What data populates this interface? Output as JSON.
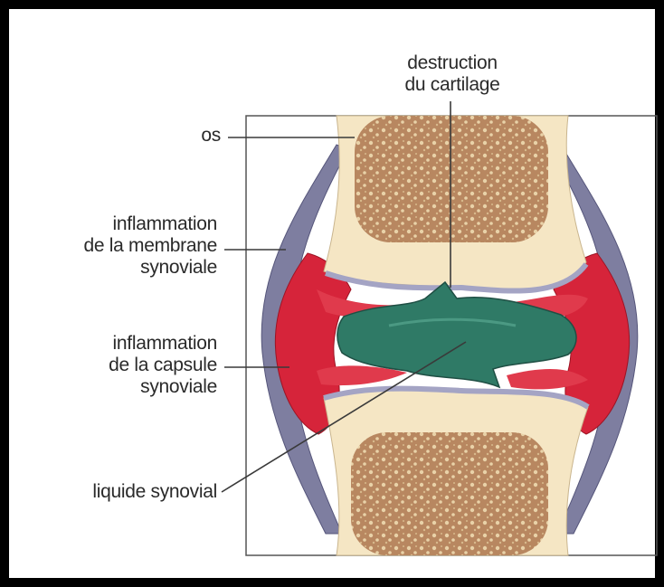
{
  "diagram": {
    "labels": {
      "os": "os",
      "membrane_line1": "inflammation",
      "membrane_line2": "de la membrane",
      "membrane_line3": "synoviale",
      "capsule_line1": "inflammation",
      "capsule_line2": "de la capsule",
      "capsule_line3": "synoviale",
      "liquide": "liquide synovial",
      "cartilage_line1": "destruction",
      "cartilage_line2": "du cartilage"
    },
    "colors": {
      "frame_border": "#000000",
      "bone": "#f5e6c4",
      "spongy_bone": "#b88760",
      "inflammation": "#d6243a",
      "capsule": "#8a8aa8",
      "synovial_fluid": "#2f7a66",
      "leader_line": "#3a3a3a"
    }
  }
}
